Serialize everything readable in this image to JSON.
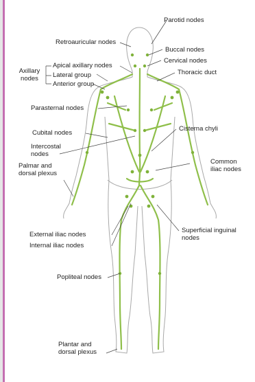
{
  "colors": {
    "accent": "#c46fb1",
    "lymph": "#7fb23a",
    "outline": "#999999",
    "leader": "#333333"
  },
  "labels": {
    "parotid": "Parotid nodes",
    "retroauricular": "Retroauricular nodes",
    "buccal": "Buccal nodes",
    "cervical": "Cervical nodes",
    "axillary": "Axillary nodes",
    "apical_axillary": "Apical axillary nodes",
    "lateral_group": "Lateral group",
    "anterior_group": "Anterior group",
    "thoracic_duct": "Thoracic duct",
    "parasternal": "Parasternal nodes",
    "cisterna_chyli": "Cisterna chyli",
    "cubital": "Cubital nodes",
    "intercostal": "Intercostal nodes",
    "common_iliac": "Common iliac nodes",
    "palmar_dorsal_plexus": "Palmar and dorsal plexus",
    "external_iliac": "External iliac nodes",
    "superficial_inguinal": "Superficial inguinal nodes",
    "internal_iliac": "Internal iliac nodes",
    "popliteal": "Popliteal nodes",
    "plantar_dorsal_plexus": "Plantar and dorsal plexus"
  }
}
